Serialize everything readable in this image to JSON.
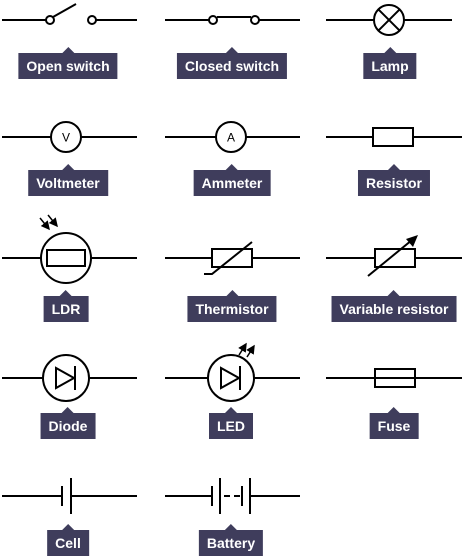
{
  "symbols": {
    "open_switch": "Open switch",
    "closed_switch": "Closed switch",
    "lamp": "Lamp",
    "voltmeter": "Voltmeter",
    "voltmeter_letter": "V",
    "ammeter": "Ammeter",
    "ammeter_letter": "A",
    "resistor": "Resistor",
    "ldr": "LDR",
    "thermistor": "Thermistor",
    "variable_resistor": "Variable resistor",
    "diode": "Diode",
    "led": "LED",
    "fuse": "Fuse",
    "cell": "Cell",
    "battery": "Battery"
  },
  "colors": {
    "label_bg": "#3f3d5c",
    "label_text": "#ffffff",
    "line": "#000000"
  }
}
